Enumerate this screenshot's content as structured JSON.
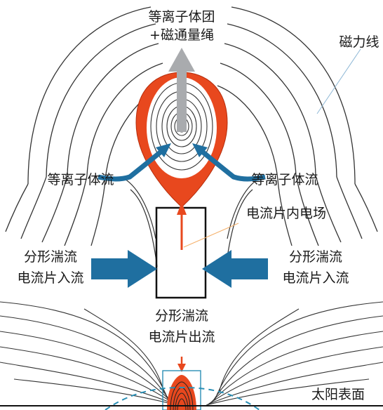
{
  "labels": {
    "plasmoid_line1": "等离子体团",
    "plasmoid_line2": "+磁通量绳",
    "field_lines": "磁力线",
    "plasma_inflow_left": "等离子体流",
    "plasma_inflow_right": "等离子体流",
    "current_sheet_efield": "电流片内电场",
    "fractal_left_line1": "分形湍流",
    "fractal_left_line2": "电流片入流",
    "fractal_right_line1": "分形湍流",
    "fractal_right_line2": "电流片入流",
    "outflow_line1": "分形湍流",
    "outflow_line2": "电流片出流",
    "solar_surface": "太阳表面"
  },
  "colors": {
    "plasmoid_red": "#e8481e",
    "inflow_blue": "#1f6fa0",
    "field_line": "#333333",
    "ejection_arrow": "#a9abae",
    "leader_line": "#f5b06a",
    "pointer_line": "#8fb8d6",
    "cusp_dashed": "#2a8fb5"
  }
}
